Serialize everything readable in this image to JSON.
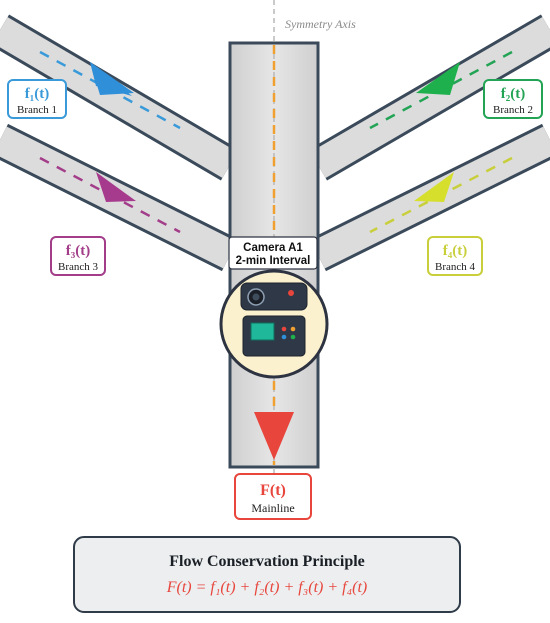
{
  "symmetry_axis": "Symmetry Axis",
  "branches": [
    {
      "id": "f1",
      "symbol": "f₁(t)",
      "label": "Branch 1",
      "color": "#3a9ad9",
      "arrow_color": "#2f8fd8"
    },
    {
      "id": "f2",
      "symbol": "f₂(t)",
      "label": "Branch 2",
      "color": "#23a455",
      "arrow_color": "#1fb04e"
    },
    {
      "id": "f3",
      "symbol": "f₃(t)",
      "label": "Branch 3",
      "color": "#a33d8a",
      "arrow_color": "#a63a8c"
    },
    {
      "id": "f4",
      "symbol": "f₄(t)",
      "label": "Branch 4",
      "color": "#c8cf3a",
      "arrow_color": "#d6df2b"
    }
  ],
  "mainline": {
    "symbol": "F(t)",
    "label": "Mainline",
    "color": "#e8453c"
  },
  "camera": {
    "name": "Camera A1",
    "interval": "2-min Interval"
  },
  "principle": {
    "title": "Flow Conservation Principle",
    "equation": "F(t) = f₁(t) + f₂(t) + f₃(t) + f₄(t)"
  },
  "colors": {
    "road": "#dcdcdc",
    "road_edge": "#3b4a5a",
    "center_line": "#f0a030",
    "camera_ring": "#fbf1cf",
    "camera_ring_edge": "#2d3340",
    "box_bg": "#eceeef",
    "box_border": "#2f3b48"
  }
}
